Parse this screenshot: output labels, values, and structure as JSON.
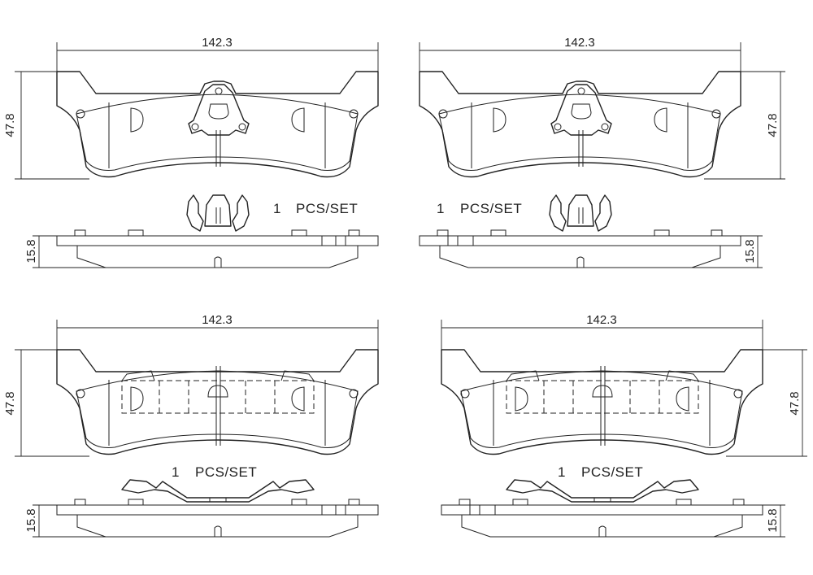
{
  "views": [
    {
      "width_label": "142.3",
      "height_label": "47.8",
      "thickness_label": "15.8",
      "qty_label": "1",
      "unit_label": "PCS/SET",
      "hardware": "clip",
      "mirrored": false
    },
    {
      "width_label": "142.3",
      "height_label": "47.8",
      "thickness_label": "15.8",
      "qty_label": "1",
      "unit_label": "PCS/SET",
      "hardware": "clip",
      "mirrored": true
    },
    {
      "width_label": "142.3",
      "height_label": "47.8",
      "thickness_label": "15.8",
      "qty_label": "1",
      "unit_label": "PCS/SET",
      "hardware": "spring",
      "mirrored": false
    },
    {
      "width_label": "142.3",
      "height_label": "47.8",
      "thickness_label": "15.8",
      "qty_label": "1",
      "unit_label": "PCS/SET",
      "hardware": "spring",
      "mirrored": true
    }
  ]
}
